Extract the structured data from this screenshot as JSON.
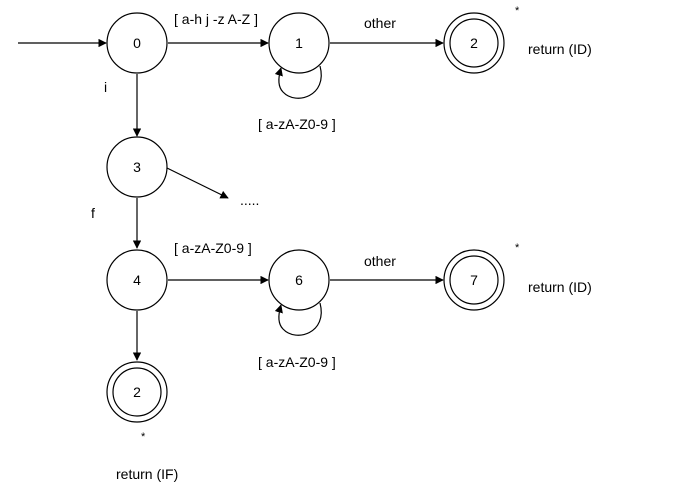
{
  "diagram": {
    "states": [
      {
        "id": "s0",
        "label": "0",
        "accepting": false
      },
      {
        "id": "s1",
        "label": "1",
        "accepting": false
      },
      {
        "id": "s2a",
        "label": "2",
        "accepting": true
      },
      {
        "id": "s3",
        "label": "3",
        "accepting": false
      },
      {
        "id": "s4",
        "label": "4",
        "accepting": false
      },
      {
        "id": "s6",
        "label": "6",
        "accepting": false
      },
      {
        "id": "s7",
        "label": "7",
        "accepting": true
      },
      {
        "id": "s2b",
        "label": "2",
        "accepting": true
      }
    ],
    "edge_labels": {
      "e0_1": "[ a-h j -z A-Z ]",
      "e1_self": "[ a-zA-Z0-9 ]",
      "e1_2": "other",
      "e0_3": "i",
      "e3_more": ".....",
      "e3_4": "f",
      "e4_6": "[ a-zA-Z0-9 ]",
      "e6_self": "[ a-zA-Z0-9 ]",
      "e6_7": "other"
    },
    "annotations": {
      "return_id_top": "return (ID)",
      "return_id_mid": "return (ID)",
      "return_if": "return (IF)",
      "star": "*"
    }
  }
}
